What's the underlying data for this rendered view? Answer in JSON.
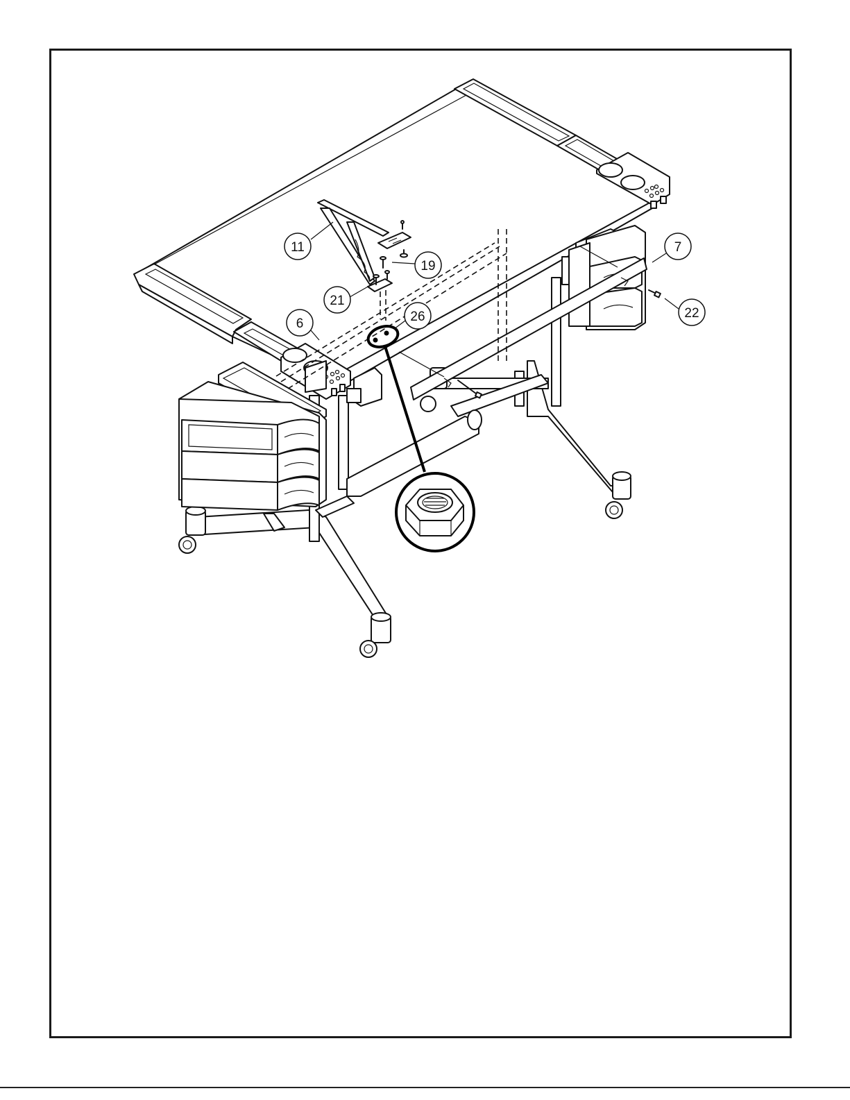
{
  "callouts": [
    {
      "id": "c11",
      "text": "11"
    },
    {
      "id": "c19",
      "text": "19"
    },
    {
      "id": "c7",
      "text": "7"
    },
    {
      "id": "c21",
      "text": "21"
    },
    {
      "id": "c22",
      "text": "22"
    },
    {
      "id": "c6",
      "text": "6"
    },
    {
      "id": "c26",
      "text": "26"
    }
  ]
}
